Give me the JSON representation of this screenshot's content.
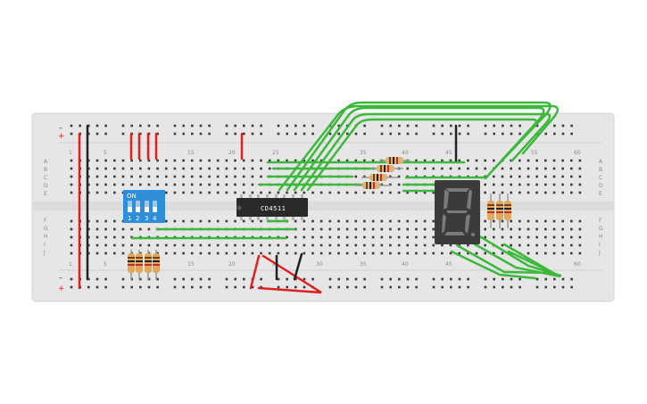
{
  "breadboard": {
    "column_numbers": [
      "1",
      "5",
      "15",
      "20",
      "25",
      "35",
      "40",
      "45",
      "55",
      "60",
      "1",
      "5",
      "15",
      "20",
      "25",
      "30",
      "35",
      "40",
      "45",
      "60"
    ],
    "rows_left_top": [
      "A",
      "B",
      "C",
      "D",
      "E"
    ],
    "rows_left_bottom": [
      "F",
      "G",
      "H",
      "I",
      "J"
    ],
    "rows_right_top": [
      "A",
      "B",
      "C",
      "D",
      "E"
    ],
    "rows_right_bottom": [
      "F",
      "G",
      "H",
      "I",
      "J"
    ],
    "rail_minus": "–",
    "rail_plus": "+"
  },
  "ic": {
    "label": "CD4511"
  },
  "dip_switch": {
    "on_label": "ON",
    "positions": [
      "1",
      "2",
      "3",
      "4"
    ]
  },
  "display": {
    "digit": "8."
  },
  "colors": {
    "board": "#e6e6e6",
    "wire_green": "#3cb93c",
    "wire_red": "#e02020",
    "wire_black": "#222222",
    "dip_blue": "#2f8ed8",
    "ic_body": "#2a2a2a",
    "display_body": "#3b3b3b"
  }
}
